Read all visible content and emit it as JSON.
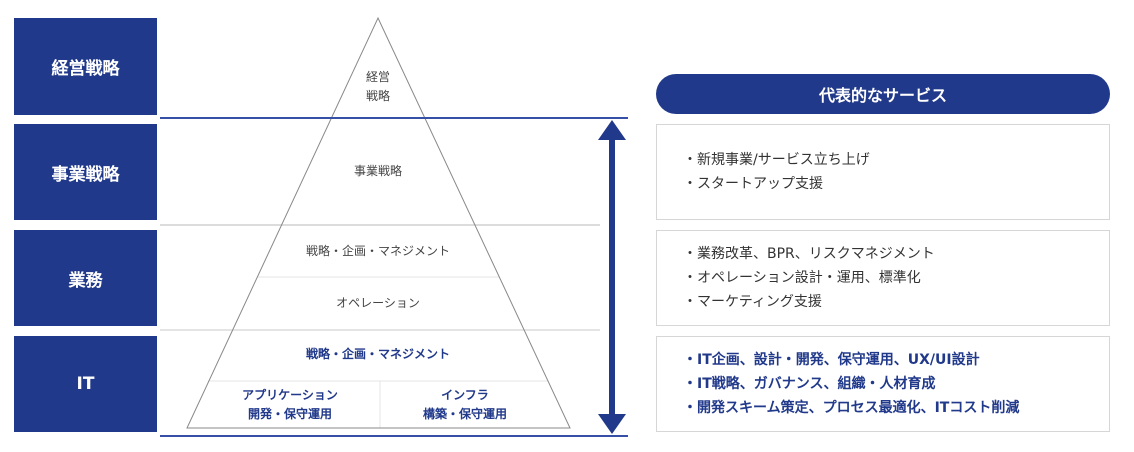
{
  "layers": [
    {
      "label": "経営戦略"
    },
    {
      "label": "事業戦略"
    },
    {
      "label": "業務"
    },
    {
      "label": "IT"
    }
  ],
  "pyramid": {
    "top_line1": "経営",
    "top_line2": "戦略",
    "business_strategy": "事業戦略",
    "ops_strategy": "戦略・企画・マネジメント",
    "operation": "オペレーション",
    "it_strategy": "戦略・企画・マネジメント",
    "app_line1": "アプリケーション",
    "app_line2": "開発・保守運用",
    "infra_line1": "インフラ",
    "infra_line2": "構築・保守運用"
  },
  "services": {
    "title": "代表的なサービス",
    "groups": [
      {
        "items": [
          "・新規事業/サービス立ち上げ",
          "・スタートアップ支援"
        ]
      },
      {
        "items": [
          "・業務改革、BPR、リスクマネジメント",
          "・オペレーション設計・運用、標準化",
          "・マーケティング支援"
        ]
      },
      {
        "items": [
          "・IT企画、設計・開発、保守運用、UX/UI設計",
          "・IT戦略、ガバナンス、組織・人材育成",
          "・開発スキーム策定、プロセス最適化、ITコスト削減"
        ]
      }
    ]
  },
  "colors": {
    "navy": "#21398a",
    "line": "#d9d9d9"
  }
}
